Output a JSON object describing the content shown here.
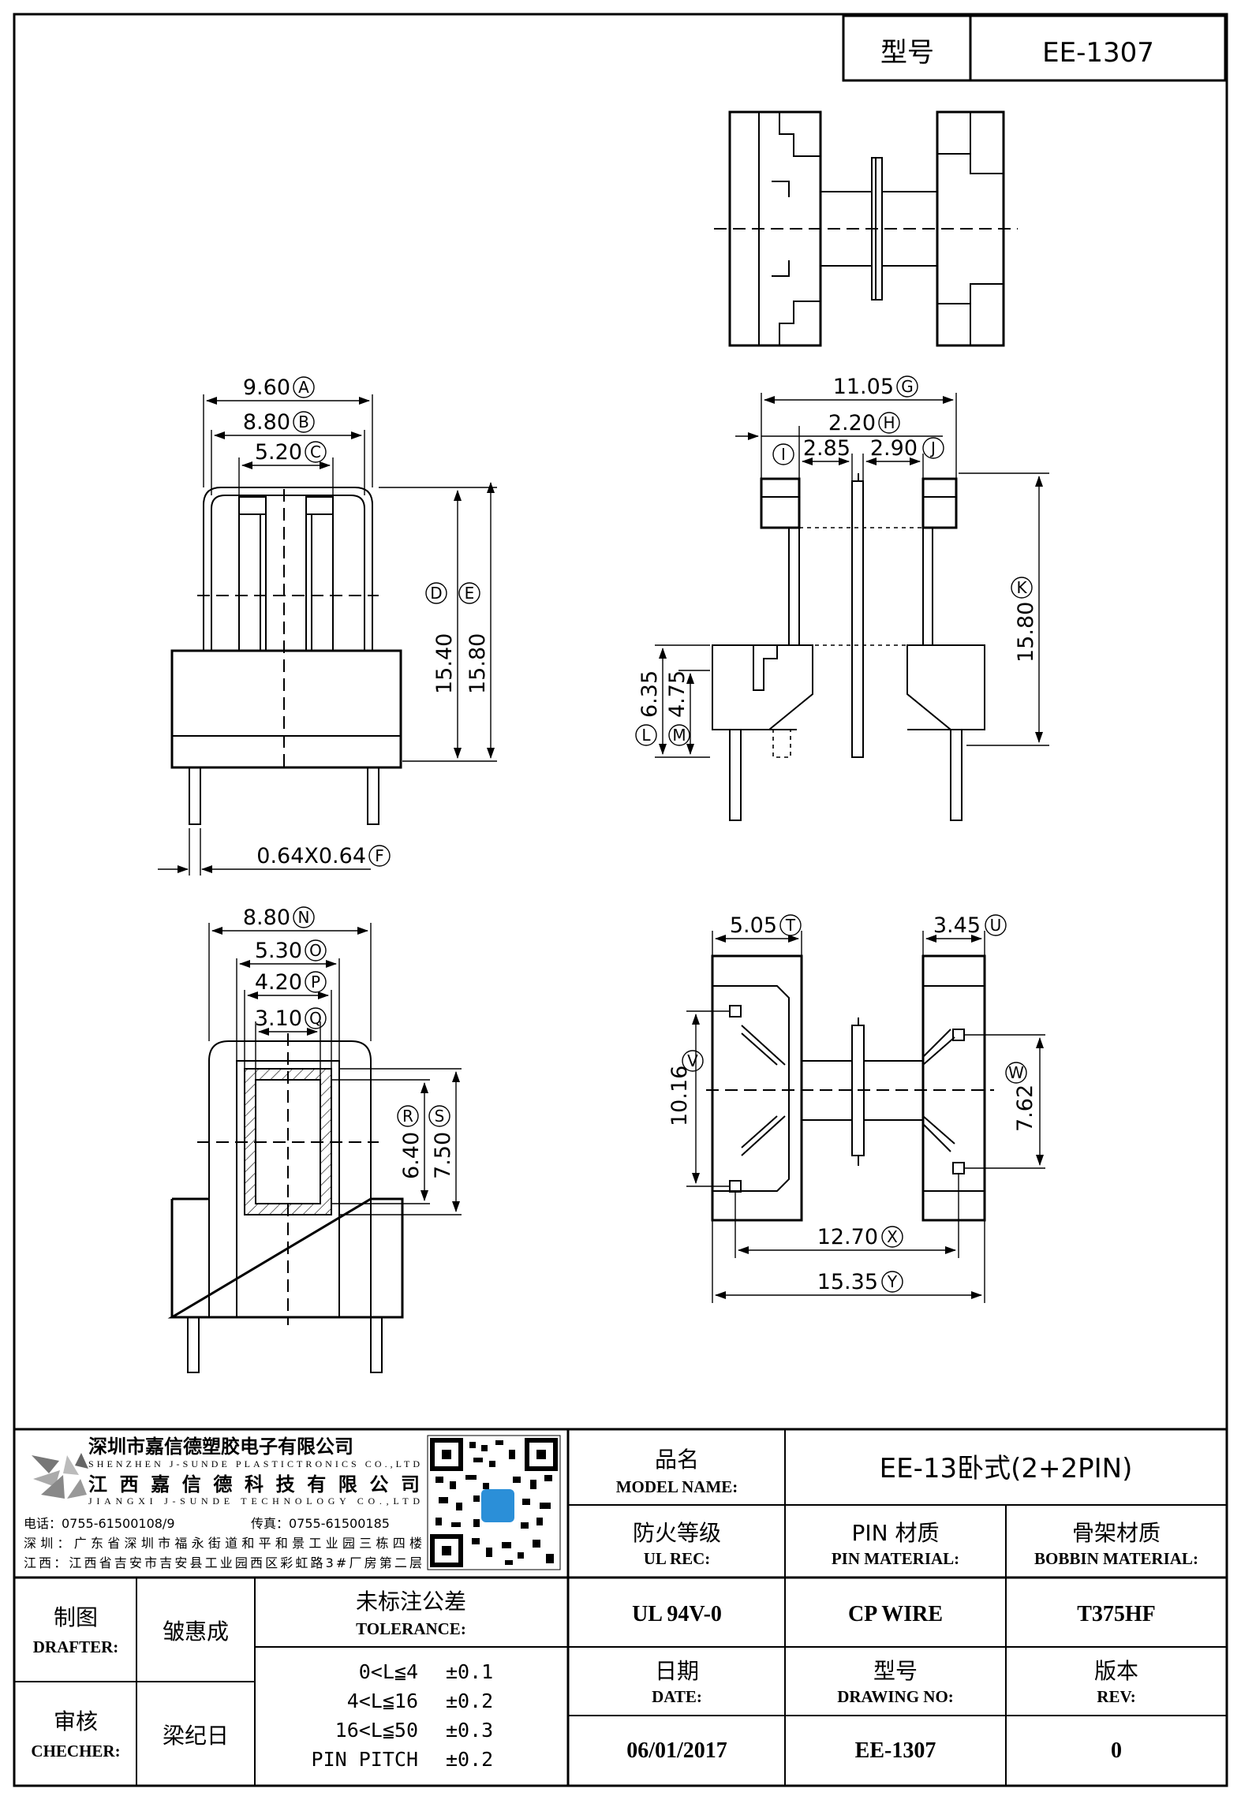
{
  "header": {
    "model_label": "型号",
    "model_value": "EE-1307"
  },
  "dims": {
    "A": {
      "value": "9.60",
      "tag": "A"
    },
    "B": {
      "value": "8.80",
      "tag": "B"
    },
    "C": {
      "value": "5.20",
      "tag": "C"
    },
    "D": {
      "value": "15.40",
      "tag": "D"
    },
    "E": {
      "value": "15.80",
      "tag": "E"
    },
    "F": {
      "value": "0.64X0.64",
      "tag": "F"
    },
    "G": {
      "value": "11.05",
      "tag": "G"
    },
    "H": {
      "value": "2.20",
      "tag": "H"
    },
    "I": {
      "value": "",
      "tag": "I"
    },
    "I_val": "2.85",
    "J": {
      "value": "2.90",
      "tag": "J"
    },
    "K": {
      "value": "15.80",
      "tag": "K"
    },
    "L": {
      "value": "6.35",
      "tag": "L"
    },
    "M": {
      "value": "4.75",
      "tag": "M"
    },
    "N": {
      "value": "8.80",
      "tag": "N"
    },
    "O": {
      "value": "5.30",
      "tag": "O"
    },
    "P": {
      "value": "4.20",
      "tag": "P"
    },
    "Q": {
      "value": "3.10",
      "tag": "Q"
    },
    "R": {
      "value": "6.40",
      "tag": "R"
    },
    "S": {
      "value": "7.50",
      "tag": "S"
    },
    "T": {
      "value": "5.05",
      "tag": "T"
    },
    "U": {
      "value": "3.45",
      "tag": "U"
    },
    "V": {
      "value": "10.16",
      "tag": "V"
    },
    "W": {
      "value": "7.62",
      "tag": "W"
    },
    "X": {
      "value": "12.70",
      "tag": "X"
    },
    "Y": {
      "value": "15.35",
      "tag": "Y"
    }
  },
  "company": {
    "name_cn_1": "深圳市嘉信德塑胶电子有限公司",
    "name_en_1": "SHENZHEN J-SUNDE PLASTICTRONICS CO.,LTD",
    "name_cn_2": "江西嘉信德科技有限公司",
    "name_en_2": "JIANGXI J-SUNDE TECHNOLOGY CO.,LTD",
    "phone": "电话：0755-61500108/9",
    "fax": "传真：0755-61500185",
    "addr_sz": "深圳：广东省深圳市福永街道和平和景工业园三栋四楼",
    "addr_jx": "江西：江西省吉安市吉安县工业园西区彩虹路3#厂房第二层"
  },
  "title_block": {
    "model_name_cn": "品名",
    "model_name_en": "MODEL NAME:",
    "model_name_value": "EE-13卧式(2+2PIN)",
    "ul_cn": "防火等级",
    "ul_en": "UL REC:",
    "pin_cn": "PIN 材质",
    "pin_en": "PIN MATERIAL:",
    "bobbin_cn": "骨架材质",
    "bobbin_en": "BOBBIN MATERIAL:",
    "ul_value": "UL 94V-0",
    "pin_value": "CP WIRE",
    "bobbin_value": "T375HF",
    "date_cn": "日期",
    "date_en": "DATE:",
    "drawing_cn": "型号",
    "drawing_en": "DRAWING NO:",
    "rev_cn": "版本",
    "rev_en": "REV:",
    "date_value": "06/01/2017",
    "drawing_value": "EE-1307",
    "rev_value": "0",
    "drafter_cn": "制图",
    "drafter_en": "DRAFTER:",
    "drafter_value": "皱惠成",
    "checker_cn": "审核",
    "checker_en": "CHECHER:",
    "checker_value": "梁纪日",
    "tol_cn": "未标注公差",
    "tol_en": "TOLERANCE:",
    "tol_rows": [
      {
        "range": "0<L≦4",
        "tol": "±0.1"
      },
      {
        "range": "4<L≦16",
        "tol": "±0.2"
      },
      {
        "range": "16<L≦50",
        "tol": "±0.3"
      },
      {
        "range": "PIN PITCH",
        "tol": "±0.2"
      }
    ]
  }
}
